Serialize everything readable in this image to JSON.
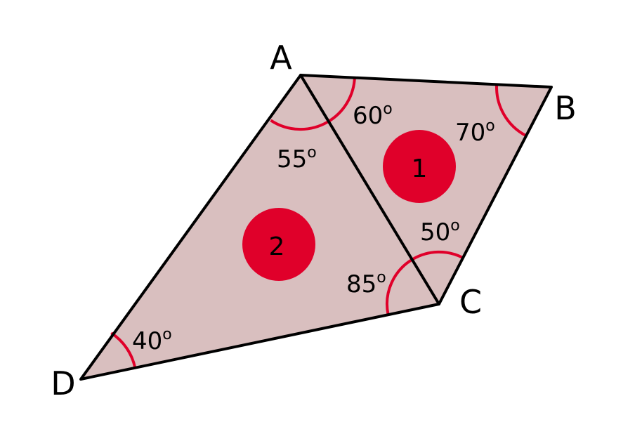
{
  "colors": {
    "fill": "#d9bfbf",
    "accent": "#e0002a",
    "stroke": "#000000"
  },
  "vertices": {
    "A": "A",
    "B": "B",
    "C": "C",
    "D": "D"
  },
  "angles": {
    "a_triangle1": "60",
    "b": "70",
    "c_triangle1": "50",
    "a_triangle2": "55",
    "c_triangle2": "85",
    "d": "40",
    "degree_mark": "o"
  },
  "regions": {
    "triangle1": "1",
    "triangle2": "2"
  }
}
